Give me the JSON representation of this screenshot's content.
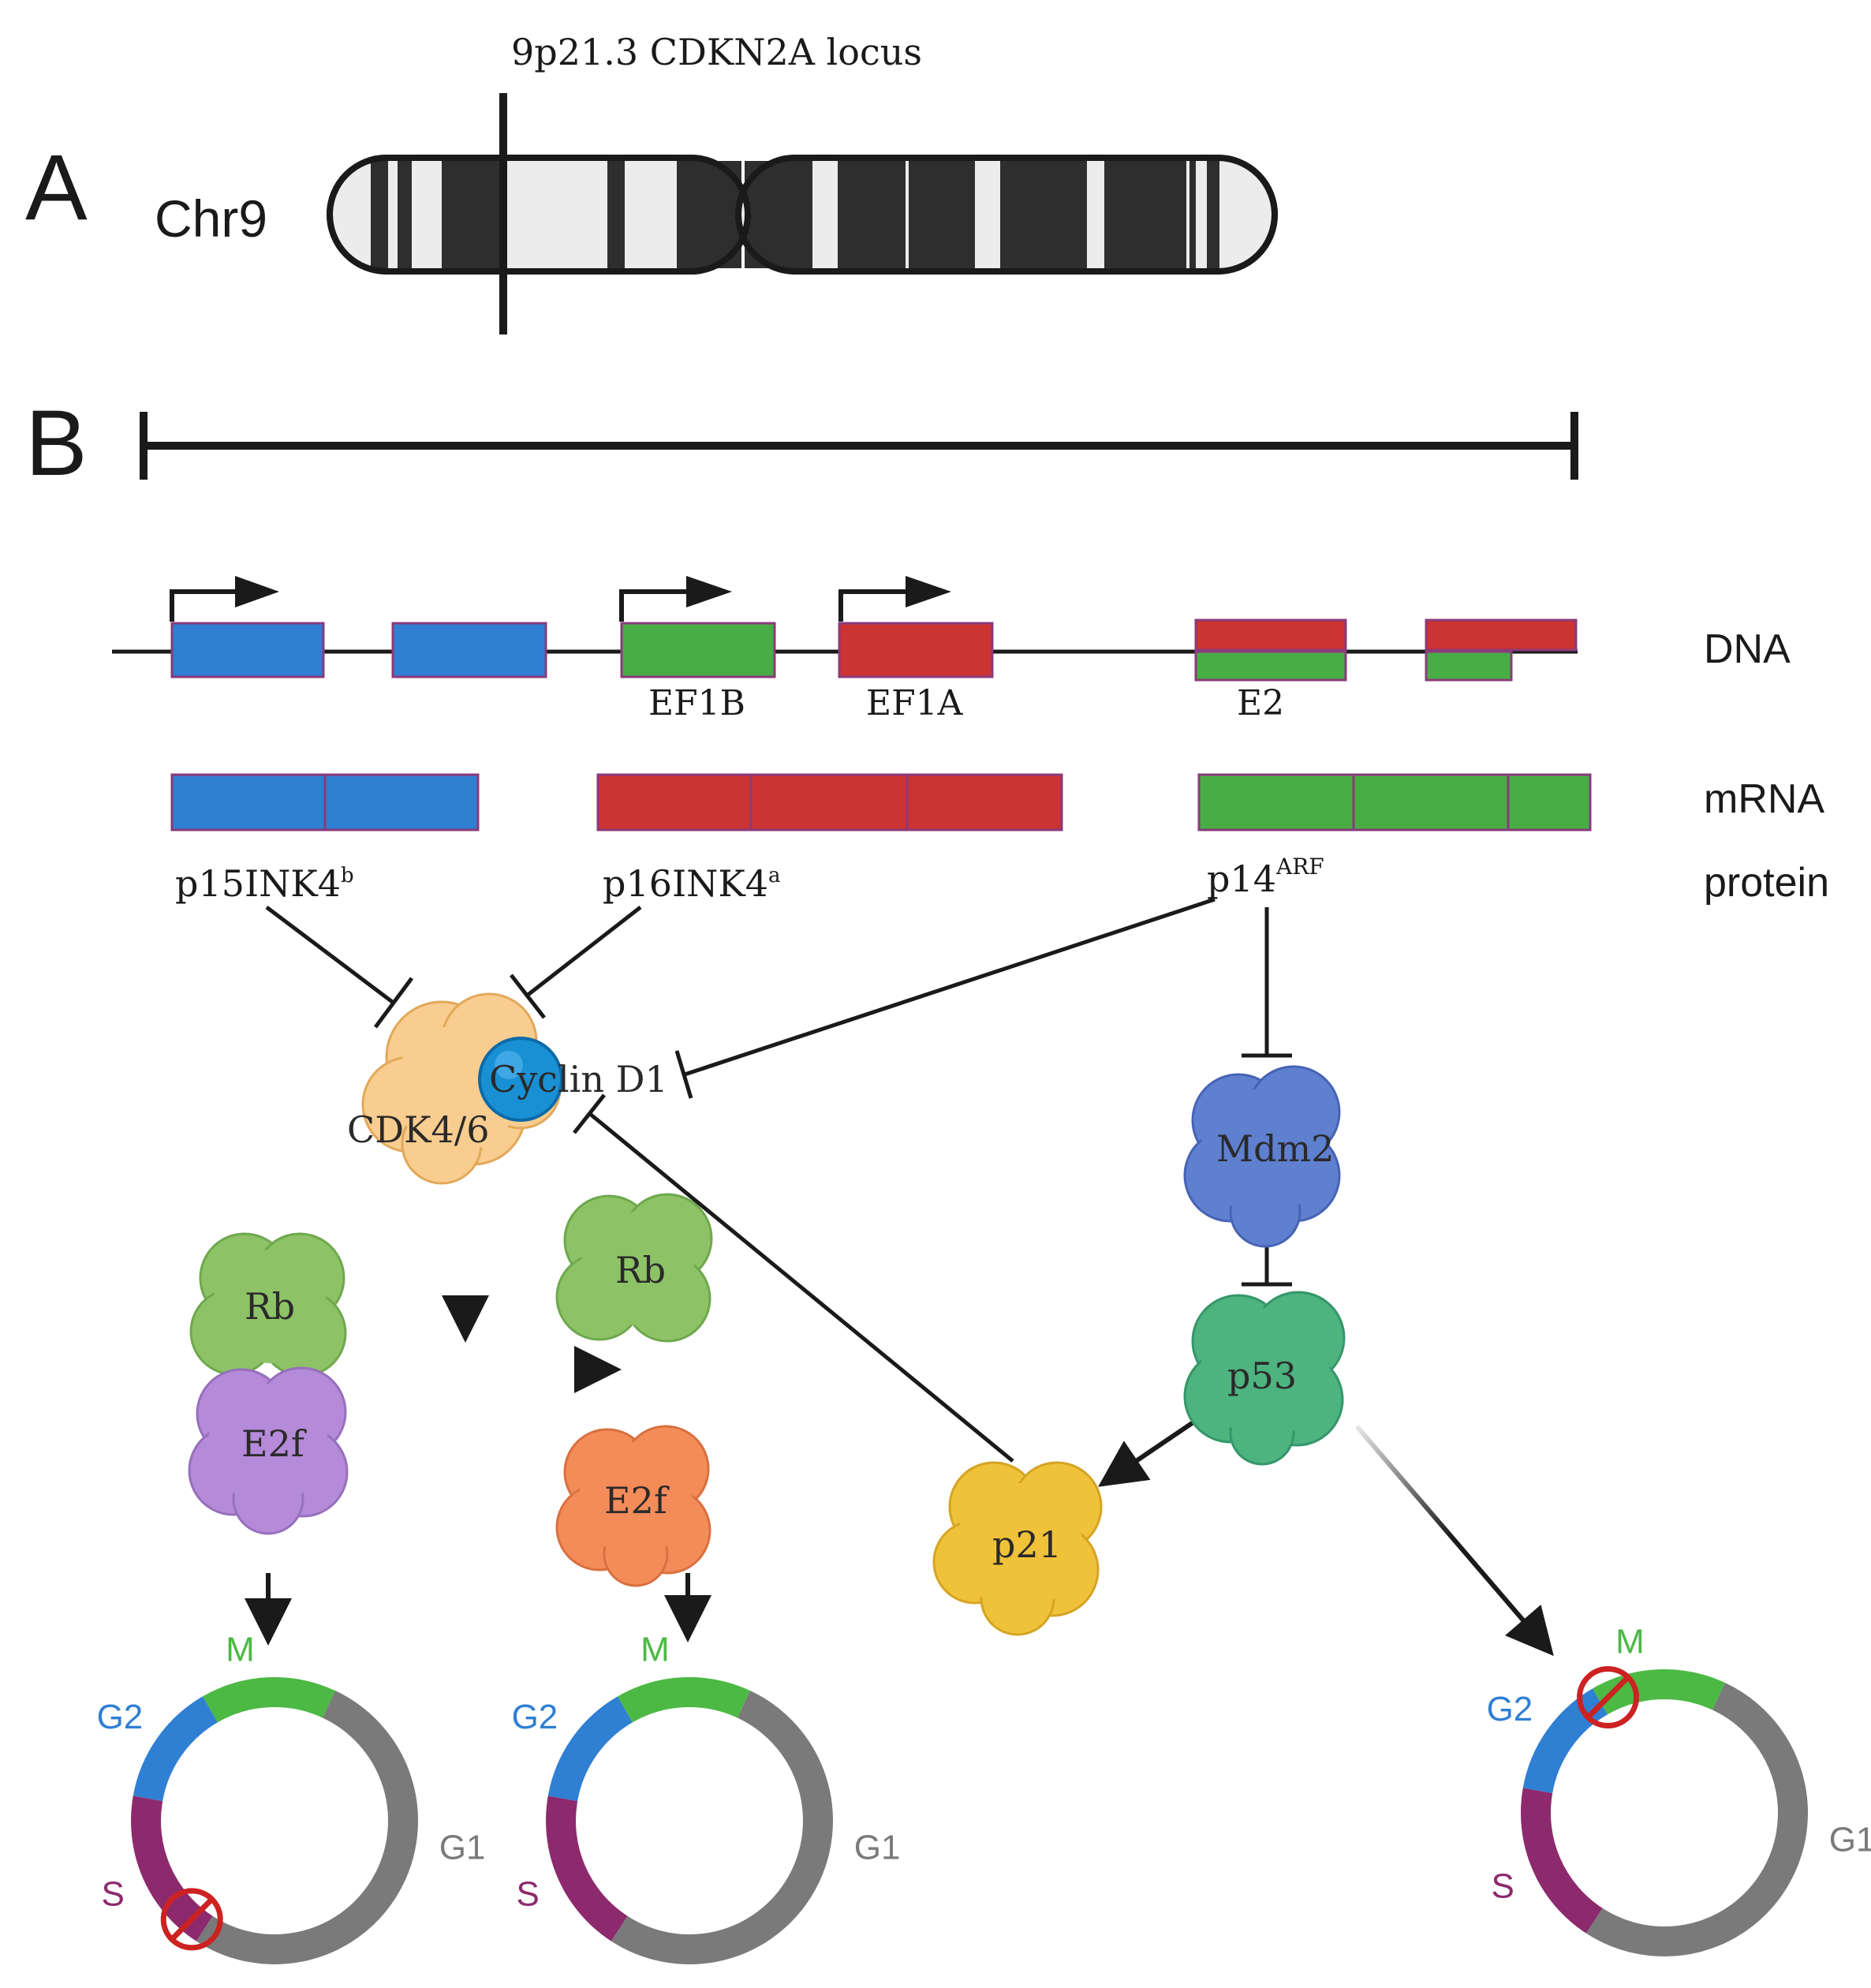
{
  "panel_a": {
    "letter": "A",
    "chromosome_label": "Chr9",
    "locus_label": "9p21.3 CDKN2A locus"
  },
  "panel_b": {
    "letter": "B",
    "row_labels": {
      "dna": "DNA",
      "mrna": "mRNA",
      "protein": "protein"
    },
    "exon_labels": {
      "ef1b": "EF1B",
      "ef1a": "EF1A",
      "e2": "E2"
    },
    "proteins": {
      "p15": {
        "base": "p15INK4",
        "sup": "b"
      },
      "p16": {
        "base": "p16INK4",
        "sup": "a"
      },
      "p14": {
        "base": "p14",
        "sup": "ARF"
      }
    },
    "nodes": {
      "cyclin": "Cyclin D1",
      "cdk": "CDK4/6",
      "mdm2": "Mdm2",
      "p53": "p53",
      "p21": "p21",
      "rb_bound": "Rb",
      "e2f_bound": "E2f",
      "rb_free": "Rb",
      "e2f_free": "E2f"
    },
    "cell_cycle_phases": {
      "m": "M",
      "g1": "G1",
      "s": "S",
      "g2": "G2"
    }
  },
  "colors": {
    "p15_gene": "#2f7fd3",
    "p16_gene": "#cc3333",
    "p14_gene": "#48ad45",
    "phase_m": "#4cb944",
    "phase_g1": "#7a7a7a",
    "phase_s": "#8d2a6e",
    "phase_g2": "#2f7fd3",
    "block": "#cc2222"
  }
}
